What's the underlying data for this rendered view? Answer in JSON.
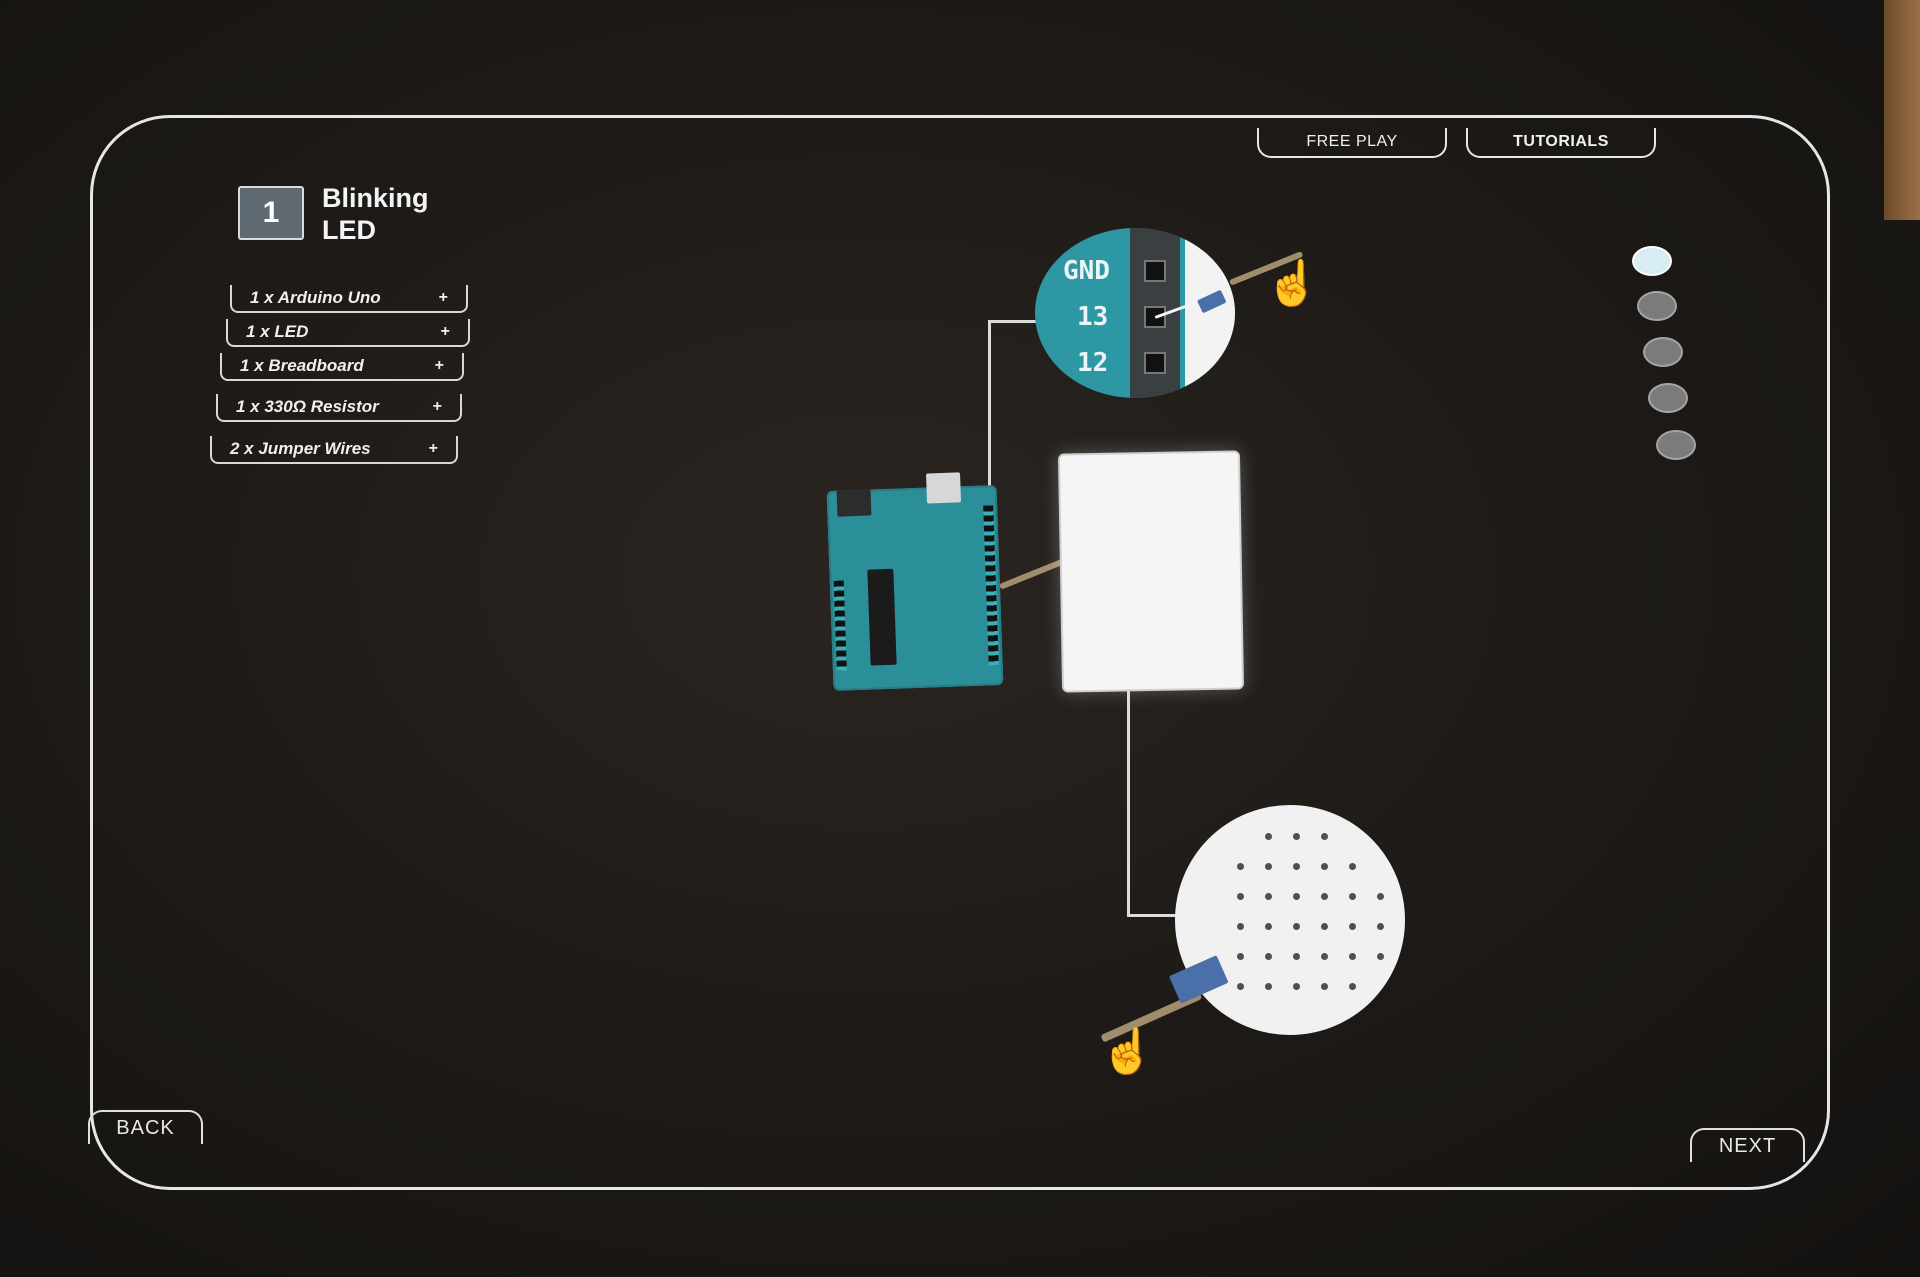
{
  "nav": {
    "free_play": "FREE PLAY",
    "tutorials": "TUTORIALS"
  },
  "lesson": {
    "number": "1",
    "title_line1": "Blinking",
    "title_line2": "LED"
  },
  "parts": [
    {
      "label": "1 x Arduino Uno",
      "icon": "+"
    },
    {
      "label": "1 x LED",
      "icon": "+"
    },
    {
      "label": "1 x Breadboard",
      "icon": "+"
    },
    {
      "label": "1 x 330Ω Resistor",
      "icon": "+"
    },
    {
      "label": "2 x Jumper Wires",
      "icon": "+"
    }
  ],
  "steps": {
    "count": 5,
    "active": 1
  },
  "zoom_pins": {
    "gnd": "GND",
    "p13": "13",
    "p12": "12"
  },
  "footer": {
    "back": "BACK",
    "next": "NEXT"
  },
  "colors": {
    "board": "#2b8f99",
    "outline": "#e6e6e6",
    "wire": "#a08d6e",
    "active_dot": "#d8ecf3"
  },
  "icons": [
    "pointing-hand-icon",
    "plus-icon"
  ]
}
